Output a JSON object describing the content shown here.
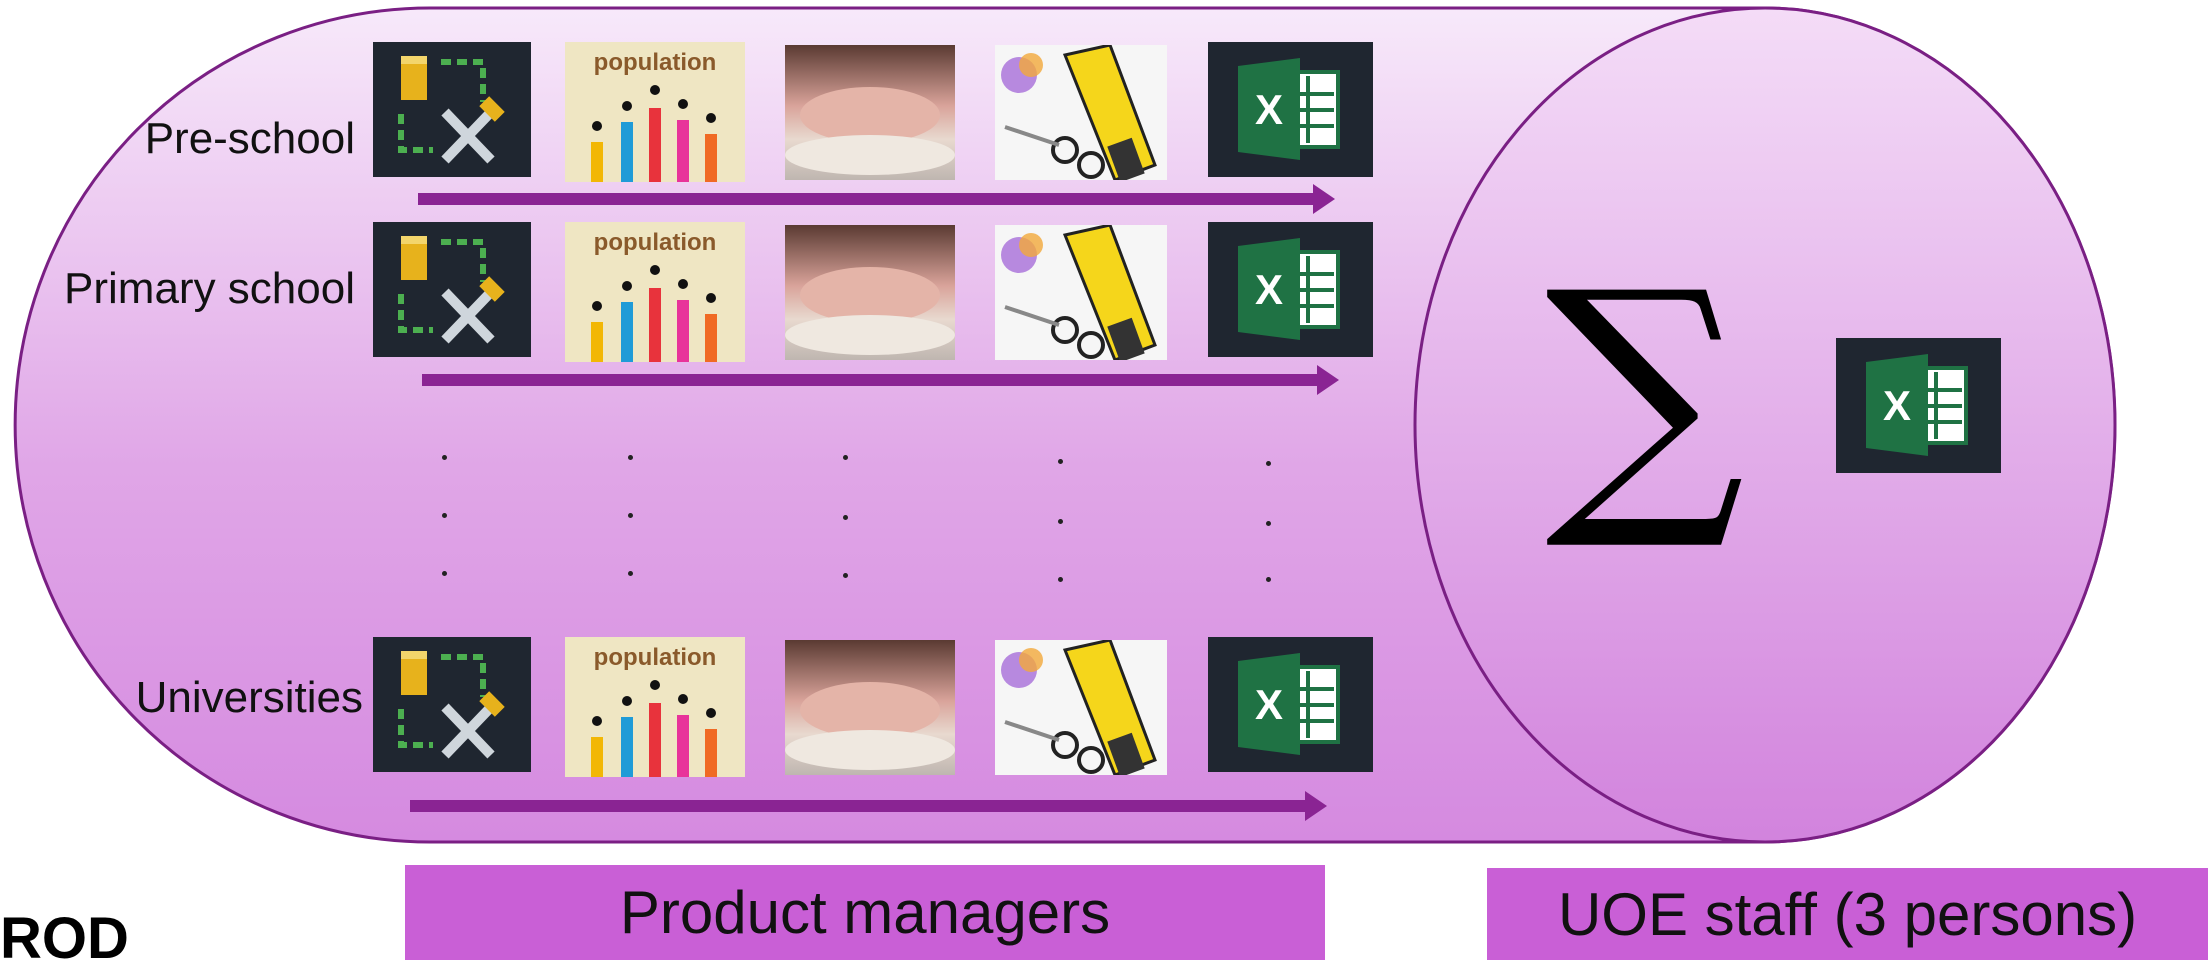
{
  "rows": [
    {
      "label": "Pre-school"
    },
    {
      "label": "Primary school"
    },
    {
      "label": "Universities"
    }
  ],
  "tiles": {
    "population_caption": "population",
    "excel_letter": "X"
  },
  "sigma_symbol": "∑",
  "roles": {
    "product_managers": "Product managers",
    "uoe_staff": "UOE staff (3 persons)"
  },
  "logo_text": "ROD",
  "colors": {
    "bubble_top": "#f7e7f9",
    "bubble_bottom": "#cf78db",
    "outline": "#7a1f84",
    "arrow": "#8a2493",
    "role_box": "#c95fd6",
    "excel_green": "#1f7244",
    "tile_dark": "#1f2630"
  }
}
